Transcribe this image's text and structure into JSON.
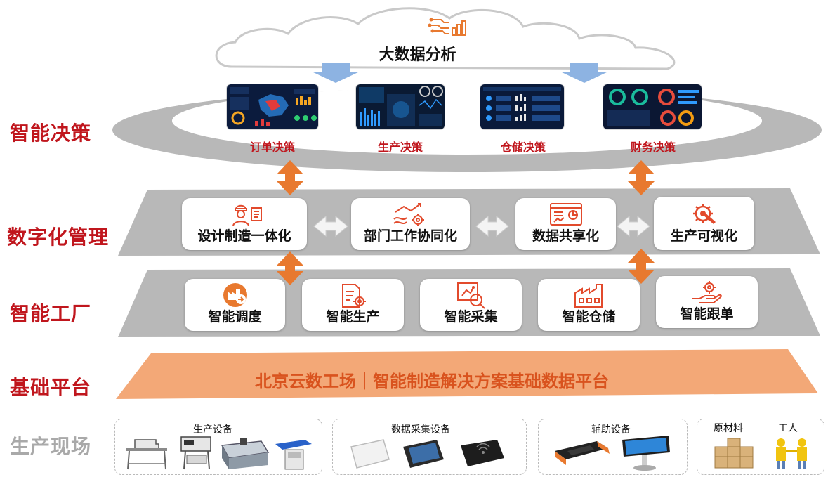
{
  "left_labels": {
    "decision": "智能决策",
    "management": "数字化管理",
    "factory": "智能工厂",
    "platform": "基础平台",
    "production_site": "生产现场"
  },
  "cloud": {
    "title": "大数据分析",
    "icon": "data-analytics-icon"
  },
  "decision_items": [
    {
      "label": "订单决策",
      "icon": "order-dashboard-screenshot"
    },
    {
      "label": "生产决策",
      "icon": "production-dashboard-screenshot"
    },
    {
      "label": "仓储决策",
      "icon": "warehouse-dashboard-screenshot"
    },
    {
      "label": "财务决策",
      "icon": "finance-dashboard-screenshot"
    }
  ],
  "management_items": [
    {
      "label": "设计制造一体化",
      "icon": "engineer-icon"
    },
    {
      "label": "部门工作协同化",
      "icon": "collaboration-gear-icon"
    },
    {
      "label": "数据共享化",
      "icon": "data-share-icon"
    },
    {
      "label": "生产可视化",
      "icon": "gear-wrench-icon"
    }
  ],
  "factory_items": [
    {
      "label": "智能调度",
      "icon": "dispatch-icon"
    },
    {
      "label": "智能生产",
      "icon": "document-gear-icon"
    },
    {
      "label": "智能采集",
      "icon": "magnifier-robot-icon"
    },
    {
      "label": "智能仓储",
      "icon": "warehouse-icon"
    },
    {
      "label": "智能跟单",
      "icon": "hand-gear-icon"
    }
  ],
  "platform": {
    "text": "北京云数工场｜智能制造解决方案基础数据平台"
  },
  "site_groups": [
    {
      "title": "生产设备",
      "items": [
        "sewing-machine",
        "pocket-setter",
        "cutting-table",
        "ironing-table"
      ]
    },
    {
      "title": "数据采集设备",
      "items": [
        "rfid-reader",
        "rugged-tablet",
        "card-reader"
      ]
    },
    {
      "title": "辅助设备",
      "items": [
        "handheld-terminal",
        "touch-kiosk"
      ]
    },
    {
      "titles": [
        "原材料",
        "工人"
      ],
      "items": [
        "material-boxes",
        "workers"
      ]
    }
  ],
  "colors": {
    "accent_red": "#c0161d",
    "orange": "#e8792f",
    "platform_fill": "#f3a877",
    "platform_text": "#d9531e",
    "band_gray": "#b8b8b8",
    "arrow_blue": "#8db3e2"
  }
}
